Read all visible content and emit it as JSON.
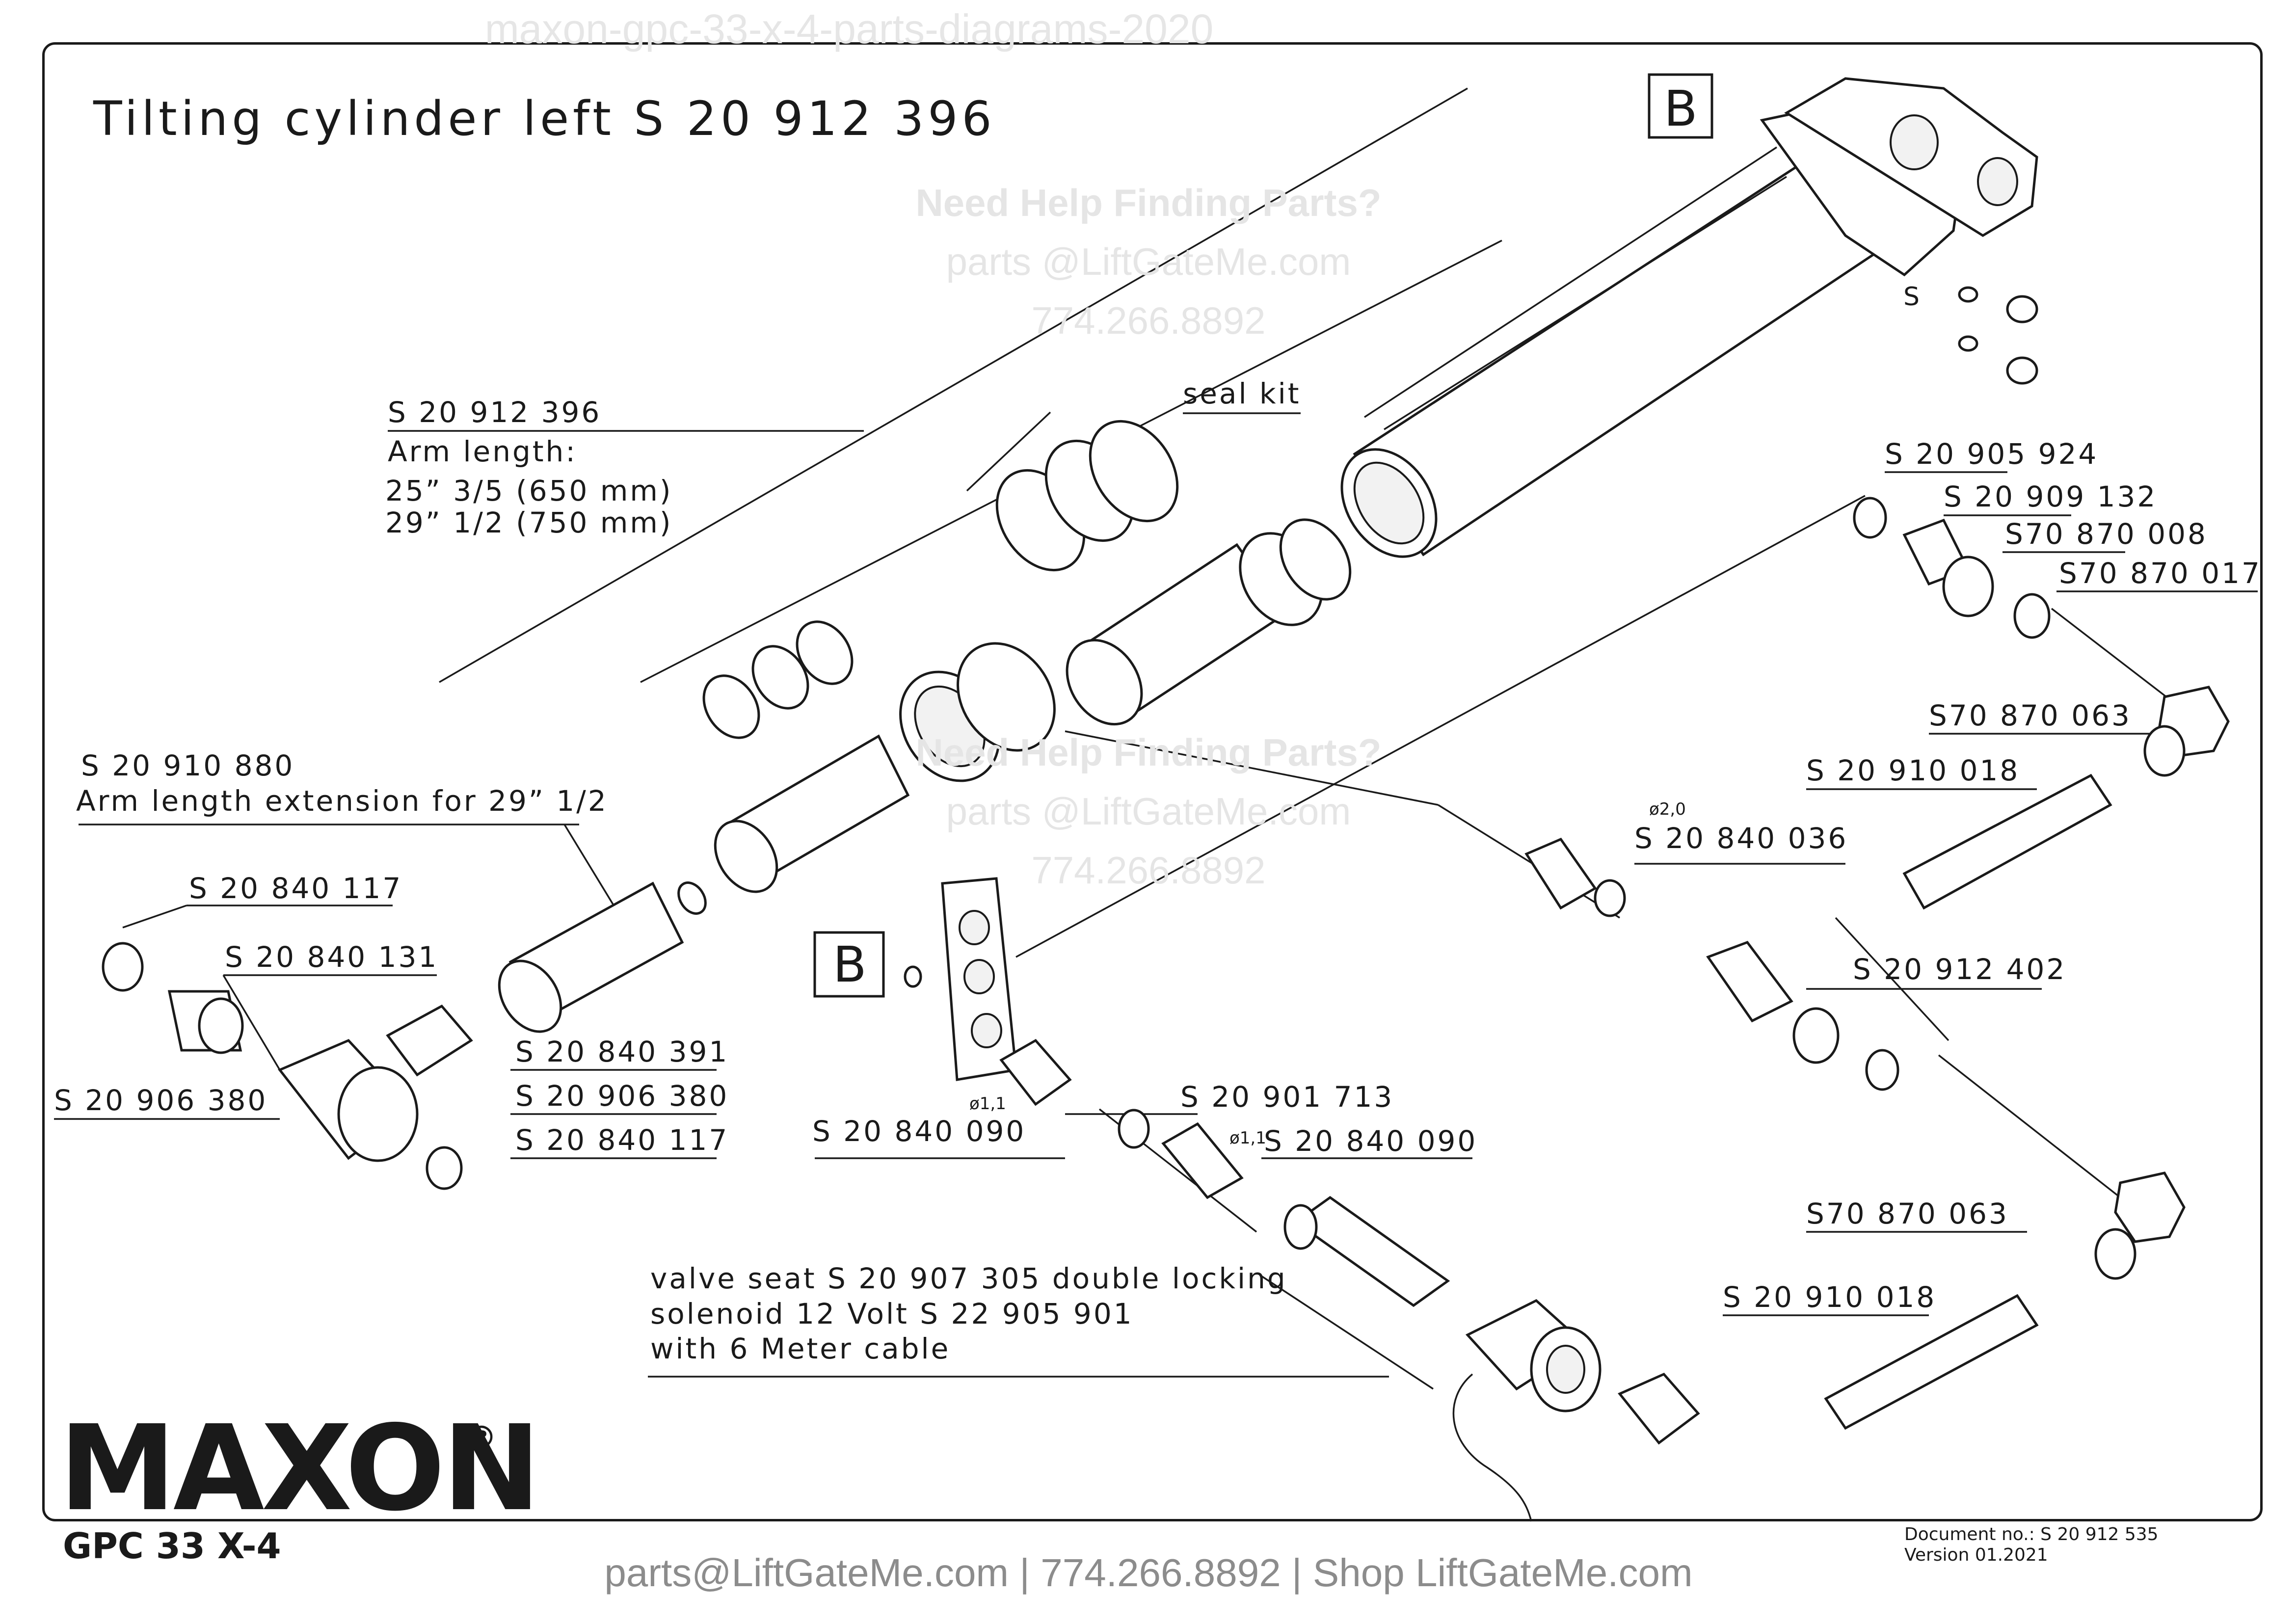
{
  "header": {
    "watermark_top": "maxon-gpc-33-x-4-parts-diagrams-2020",
    "title": "Tilting cylinder left S 20 912 396"
  },
  "watermarks": [
    {
      "line1": "Need Help Finding Parts?",
      "line2": "parts @LiftGateMe.com",
      "line3": "774.266.8892"
    },
    {
      "line1": "Need Help Finding Parts?",
      "line2": "parts @LiftGateMe.com",
      "line3": "774.266.8892"
    }
  ],
  "labels": {
    "main_part": "S 20 912 396",
    "arm_length": "Arm length:",
    "arm_650": "25” 3/5 (650 mm)",
    "arm_750": "29” 1/2 (750 mm)",
    "seal_kit": "seal kit",
    "ext_part": "S 20 910 880",
    "ext_desc": "Arm length extension for 29” 1/2",
    "p_840117_a": "S 20 840 117",
    "p_840131": "S 20 840 131",
    "p_906380_a": "S 20 906 380",
    "p_840391": "S 20 840 391",
    "p_906380_b": "S 20 906 380",
    "p_840117_b": "S 20 840 117",
    "p_840090_a": "S 20 840 090",
    "dia_a": "ø1,1",
    "p_901713": "S 20 901 713",
    "p_840090_b": "S 20 840 090",
    "dia_b": "ø1,1",
    "p_840036": "S 20 840 036",
    "dia_c": "ø2,0",
    "p_912402": "S 20 912 402",
    "p_905924": "S 20 905 924",
    "p_909132": "S 20 909 132",
    "p_870008": "S70 870 008",
    "p_870017": "S70 870 017",
    "p_870063_a": "S70 870 063",
    "p_910018_a": "S 20 910 018",
    "p_870063_b": "S70 870 063",
    "p_910018_b": "S 20 910 018",
    "valve_l1": "valve seat S 20 907 305 double locking",
    "valve_l2": "solenoid 12 Volt S 22 905 901",
    "valve_l3": "with 6 Meter cable",
    "callout_b": "B",
    "callout_s": "S"
  },
  "footer": {
    "brand": "MAXON",
    "registered": "®",
    "model": "GPC 33 X-4",
    "doc_no": "Document no.:  S 20 912 535",
    "version": "Version 01.2021",
    "contact": "parts@LiftGateMe.com | 774.266.8892 | Shop LiftGateMe.com"
  }
}
